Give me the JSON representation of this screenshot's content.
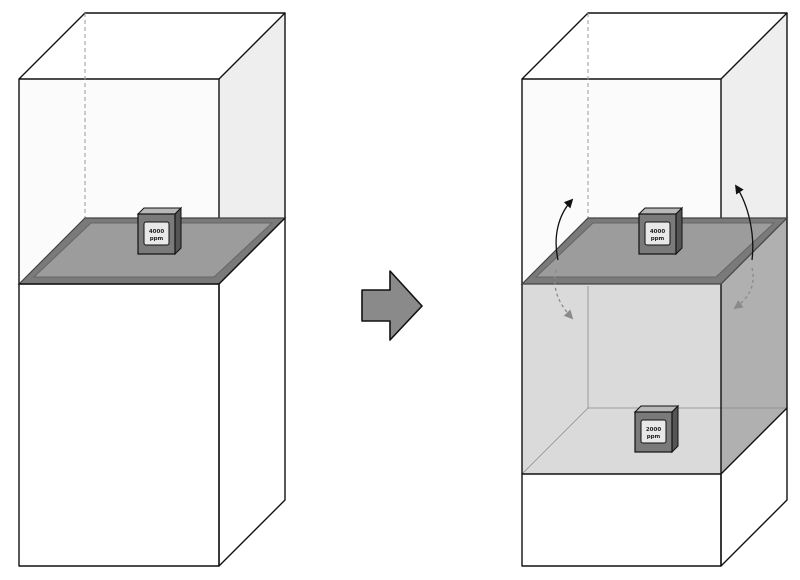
{
  "left_column": {
    "sensor": {
      "value": "4000",
      "unit": "ppm"
    }
  },
  "transition_arrow": {
    "icon": "right-arrow-icon"
  },
  "right_column": {
    "upper_sensor": {
      "value": "4000",
      "unit": "ppm"
    },
    "lower_sensor": {
      "value": "2000",
      "unit": "ppm"
    },
    "circulation_icon": "circular-flow-arrows-icon"
  },
  "colors": {
    "solid_front": "#808080",
    "solid_side": "#646464",
    "plate_top": "#9c9c9c",
    "air_front": "#dadada",
    "air_side": "#b0b0b0",
    "glass_front": "#fbfbfb",
    "glass_side": "#eeeeee",
    "arrow_fill": "#8a8a8a"
  }
}
